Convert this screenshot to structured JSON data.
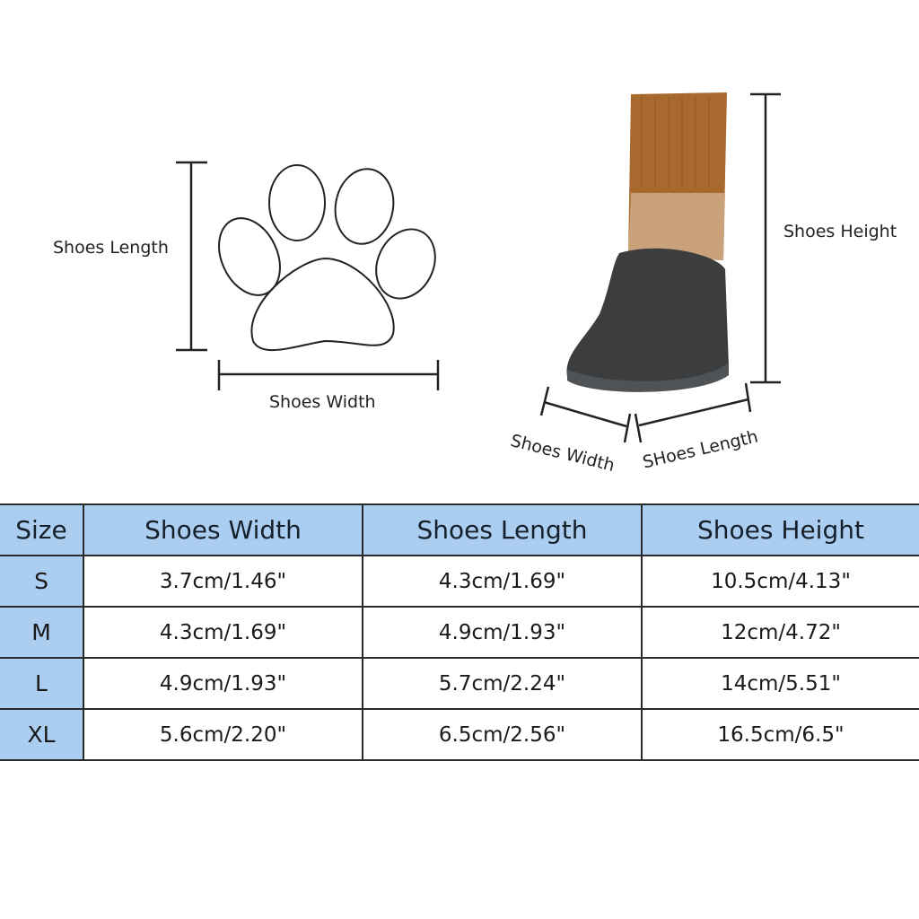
{
  "paw_diagram": {
    "length_label": "Shoes Length",
    "width_label": "Shoes Width"
  },
  "shoe_diagram": {
    "height_label": "Shoes Height",
    "width_label": "Shoes Width",
    "length_label": "SHoes Length"
  },
  "colors": {
    "header_bg": "#abcdef",
    "sock_brown": "#a8692f",
    "sole_gray": "#3b3d3f"
  },
  "table": {
    "headers": [
      "Size",
      "Shoes Width",
      "Shoes Length",
      "Shoes Height"
    ],
    "rows": [
      [
        "S",
        "3.7cm/1.46\"",
        "4.3cm/1.69\"",
        "10.5cm/4.13\""
      ],
      [
        "M",
        "4.3cm/1.69\"",
        "4.9cm/1.93\"",
        "12cm/4.72\""
      ],
      [
        "L",
        "4.9cm/1.93\"",
        "5.7cm/2.24\"",
        "14cm/5.51\""
      ],
      [
        "XL",
        "5.6cm/2.20\"",
        "6.5cm/2.56\"",
        "16.5cm/6.5\""
      ]
    ]
  }
}
